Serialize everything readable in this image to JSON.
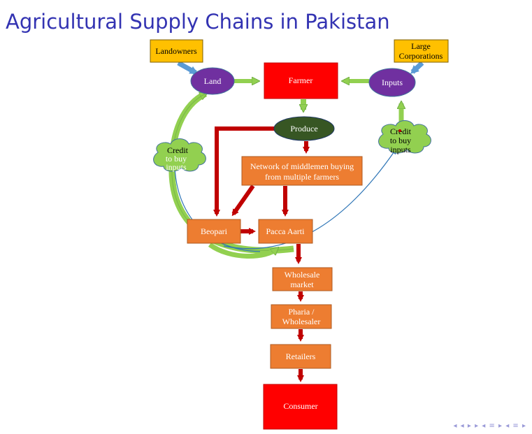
{
  "slide": {
    "title": "Agricultural Supply Chains in Pakistan"
  },
  "nodes": {
    "landowners": "Landowners",
    "large_corporations": [
      "Large",
      "Corporations"
    ],
    "land": "Land",
    "farmer": "Farmer",
    "inputs": "Inputs",
    "produce": "Produce",
    "credit_left": [
      "Credit",
      "to buy",
      "inputs"
    ],
    "credit_right": [
      "Credit",
      "to buy",
      "inputs"
    ],
    "middlemen": [
      "Network of middlemen buying",
      "from multiple farmers"
    ],
    "beopari": "Beopari",
    "pacca_aarti": "Pacca Aarti",
    "wholesale_market": [
      "Wholesale",
      "market"
    ],
    "pharia": [
      "Pharia /",
      "Wholesaler"
    ],
    "retailers": "Retailers",
    "consumer": "Consumer"
  },
  "colors": {
    "title": "#3333b2",
    "yellow_box": "#ffc000",
    "purple_ellipse": "#7030a0",
    "red_box": "#ff0000",
    "orange_box": "#ed7d31",
    "dark_green_ellipse": "#375623",
    "light_green": "#92d050",
    "dark_red_arrow": "#c00000",
    "blue_arrow": "#5b9bd5",
    "green_arrow": "#70ad47"
  },
  "nav_symbols": "◂ ◂ ▸ ▸ ◂ ≡ ▸ ◂ ≡ ▸"
}
